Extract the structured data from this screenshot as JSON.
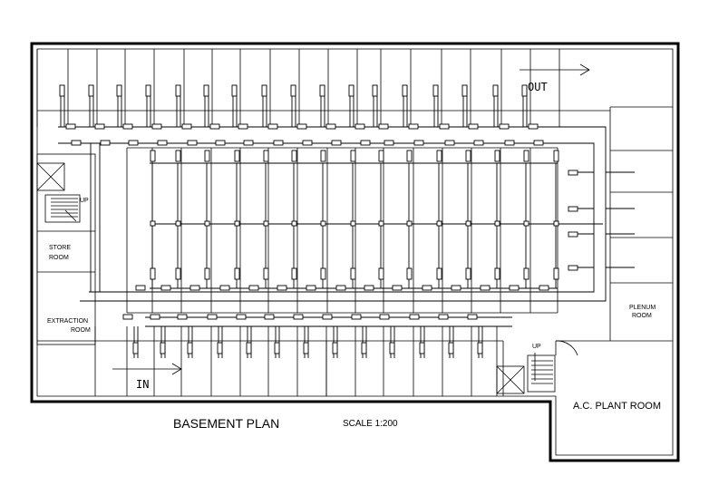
{
  "drawing": {
    "title": "BASEMENT PLAN",
    "scale": "SCALE  1:200"
  },
  "labels": {
    "out": "OUT",
    "in": "IN",
    "store_room": [
      "STORE",
      "ROOM"
    ],
    "extraction_room": [
      "EXTRACTION",
      "ROOM"
    ],
    "plenum_room": [
      "PLENUM",
      "ROOM"
    ],
    "ac_plant_room": "A.C. PLANT ROOM",
    "up_top": "UP",
    "up_bottom": "UP"
  }
}
